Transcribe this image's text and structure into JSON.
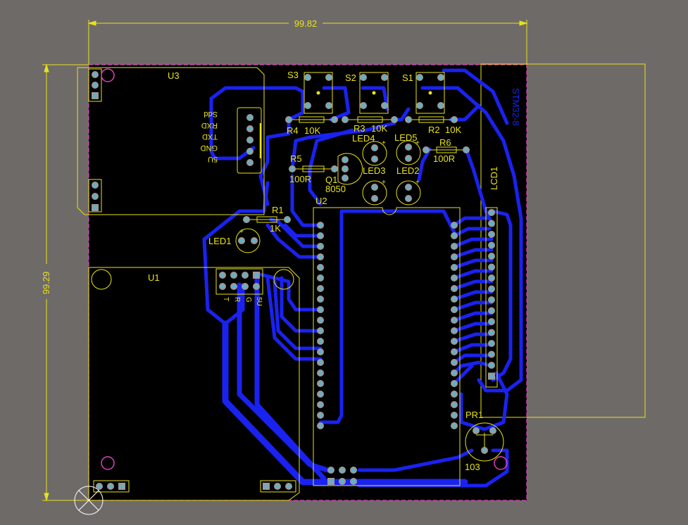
{
  "colors": {
    "background": "#6e6a68",
    "board": "#000000",
    "silkscreen": "#e8e21a",
    "bottom_copper": "#1a22f0",
    "pad": "#9a9a9a",
    "via_hole": "#4fb8d6",
    "board_outline": "#e040c0",
    "keepout": "#e040c0"
  },
  "dimensions": {
    "width_value": "99.82",
    "height_value": "99.29"
  },
  "components": {
    "U3": "U3",
    "U1": "U1",
    "U2": "U2",
    "LCD1": "LCD1",
    "S1": "S1",
    "S2": "S2",
    "S3": "S3",
    "R1": "R1",
    "R1_val": "1K",
    "R2": "R2",
    "R2_val": "10K",
    "R3": "R3",
    "R3_val": "10K",
    "R4": "R4",
    "R4_val": "10K",
    "R5": "R5",
    "R5_val": "100R",
    "R6": "R6",
    "R6_val": "100R",
    "Q1": "Q1",
    "Q1_val": "8050",
    "LED1": "LED1",
    "LED2": "LED2",
    "LED3": "LED3",
    "LED4": "LED4",
    "LED5": "LED5",
    "PR1": "PR1",
    "PR1_val": "103",
    "board_text": "STM32-8"
  },
  "u3_pins": [
    "Sdd",
    "RXD",
    "TXD",
    "GND",
    "5U"
  ],
  "u1_header_pins": [
    "T",
    "R",
    "G",
    "5U"
  ]
}
